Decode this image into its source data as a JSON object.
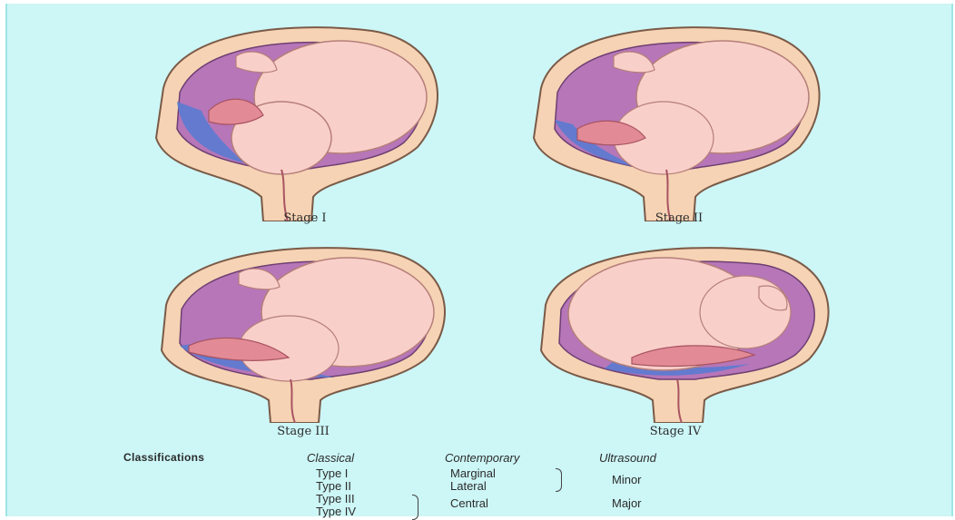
{
  "stages": [
    {
      "label": "Stage I"
    },
    {
      "label": "Stage II"
    },
    {
      "label": "Stage III"
    },
    {
      "label": "Stage IV"
    }
  ],
  "classifications": {
    "heading": "Classifications",
    "columns": {
      "classical": "Classical",
      "contemporary": "Contemporary",
      "ultrasound": "Ultrasound"
    },
    "classical_types": [
      "Type I",
      "Type II",
      "Type III",
      "Type IV"
    ],
    "contemporary_types": [
      "Marginal",
      "Lateral",
      "Central"
    ],
    "ultrasound_types": [
      "Minor",
      "Major"
    ]
  },
  "colors": {
    "background": "#cdf6f6",
    "uterus_wall": "#f6d3b4",
    "uterine_cavity": "#b676b8",
    "fetus": "#f9cfc9",
    "placenta": "#e28a96",
    "placenta_blue": "#5a7bd2"
  }
}
